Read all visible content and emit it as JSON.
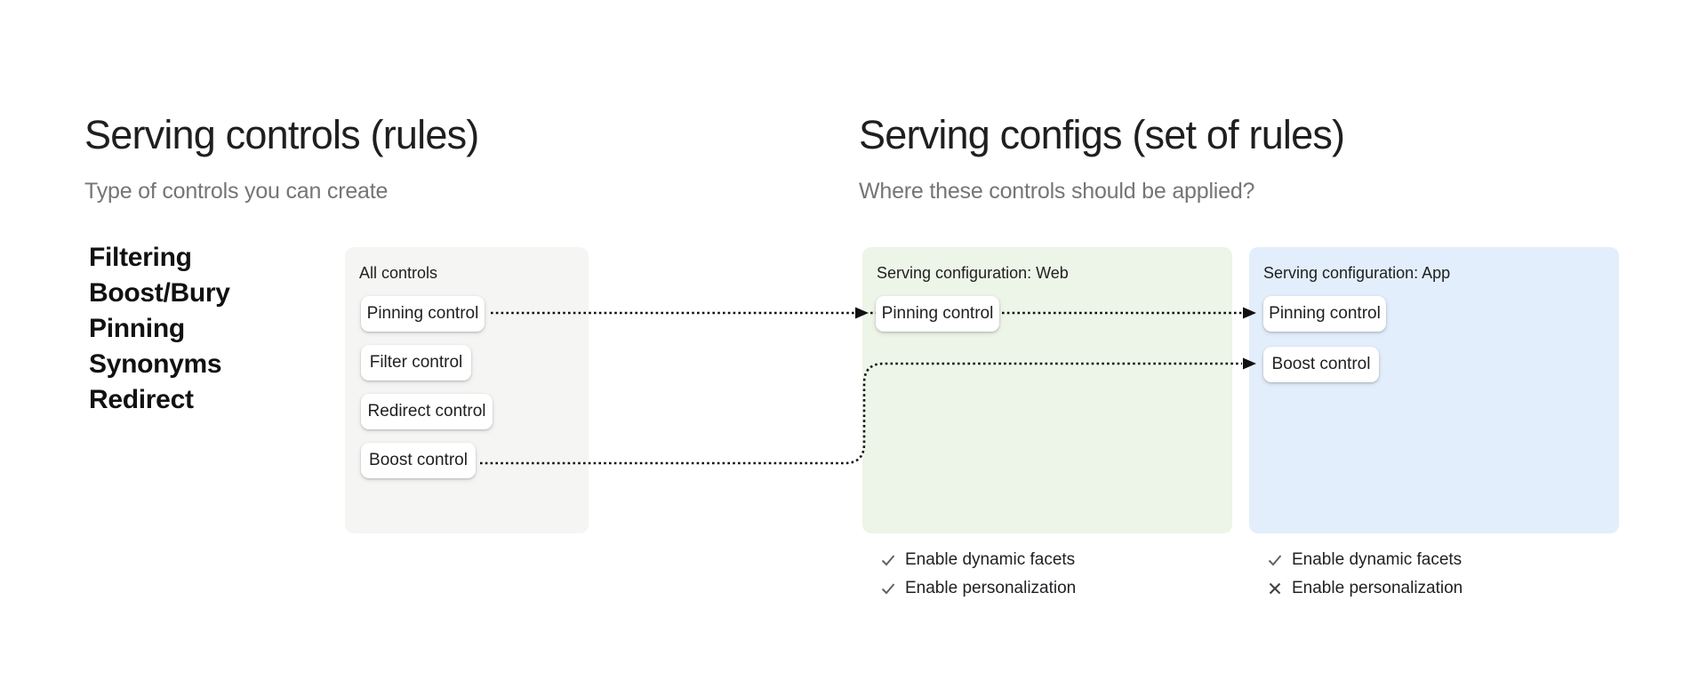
{
  "left_column": {
    "title": "Serving controls (rules)",
    "subtitle": "Type of controls you can create",
    "control_types": [
      "Filtering",
      "Boost/Bury",
      "Pinning",
      "Synonyms",
      "Redirect"
    ]
  },
  "right_column": {
    "title": "Serving configs (set of rules)",
    "subtitle": "Where these controls should be applied?"
  },
  "cards": {
    "all_controls": {
      "label": "All controls",
      "bg": "#f5f5f4",
      "pills": [
        "Pinning control",
        "Filter control",
        "Redirect control",
        "Boost control"
      ]
    },
    "web": {
      "label": "Serving configuration: Web",
      "bg": "#edf4e8",
      "pills": [
        "Pinning control"
      ],
      "checklist": [
        {
          "state": "check",
          "label": "Enable dynamic facets"
        },
        {
          "state": "check",
          "label": "Enable personalization"
        }
      ]
    },
    "app": {
      "label": "Serving configuration: App",
      "bg": "#e2eefb",
      "pills": [
        "Pinning control",
        "Boost control"
      ],
      "checklist": [
        {
          "state": "check",
          "label": "Enable dynamic facets"
        },
        {
          "state": "cross",
          "label": "Enable personalization"
        }
      ]
    }
  },
  "colors": {
    "heading": "#1f1f1f",
    "subtitle": "#757575",
    "arrow": "#111111",
    "check_icon": "#5f6368",
    "cross_icon": "#3c4043"
  }
}
